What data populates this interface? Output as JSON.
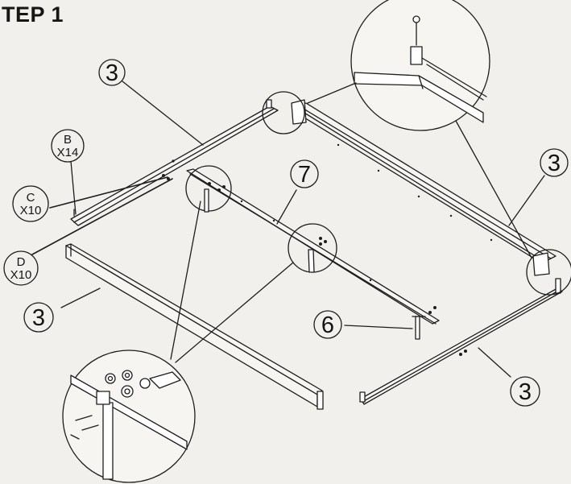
{
  "step": {
    "title": "TEP 1"
  },
  "callouts": [
    {
      "id": "rail-top-left",
      "number": "3"
    },
    {
      "id": "rail-top-right",
      "number": "3"
    },
    {
      "id": "center-rail",
      "number": "7"
    },
    {
      "id": "rail-left-bottom",
      "number": "3"
    },
    {
      "id": "center-leg",
      "number": "6"
    },
    {
      "id": "rail-bottom-right",
      "number": "3"
    }
  ],
  "parts": [
    {
      "id": "b",
      "letter": "B",
      "qty": "X14"
    },
    {
      "id": "c",
      "letter": "C",
      "qty": "X10"
    },
    {
      "id": "d",
      "letter": "D",
      "qty": "X10"
    }
  ],
  "colors": {
    "background": "#f1f0ec",
    "ink": "#1d1d1d"
  }
}
